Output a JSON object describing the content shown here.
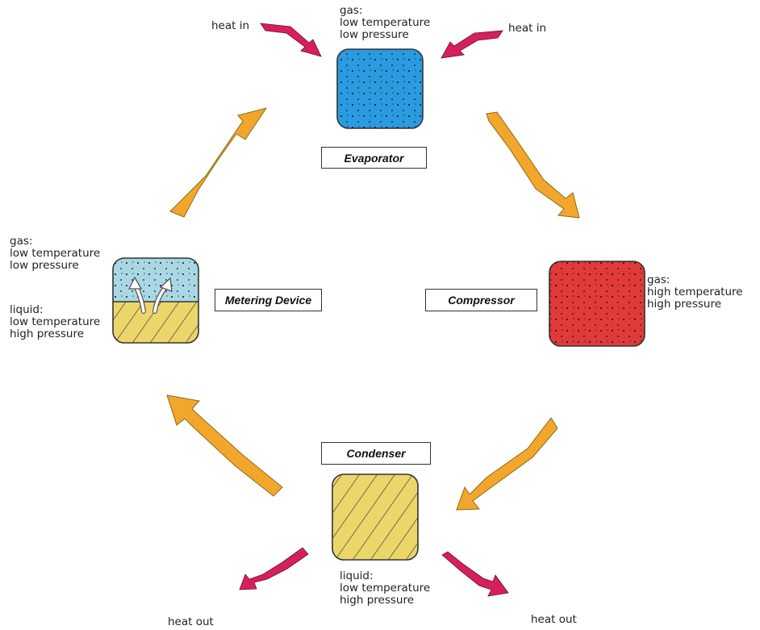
{
  "components": {
    "evaporator": {
      "label": "Evaporator",
      "state": [
        "gas:",
        "low temperature",
        "low pressure"
      ],
      "color": "#2a9be0"
    },
    "compressor": {
      "label": "Compressor",
      "state": [
        "gas:",
        "high temperature",
        "high pressure"
      ],
      "color": "#e03a3a"
    },
    "condenser": {
      "label": "Condenser",
      "state": [
        "liquid:",
        "low temperature",
        "high pressure"
      ],
      "color": "#ecd66a"
    },
    "metering": {
      "label": "Metering Device",
      "state_gas": [
        "gas:",
        "low temperature",
        "low pressure"
      ],
      "state_liquid": [
        "liquid:",
        "low temperature",
        "high pressure"
      ],
      "color_gas": "#a9d8e4",
      "color_liquid": "#ecd66a"
    }
  },
  "heat": {
    "in_left": "heat in",
    "in_right": "heat in",
    "out_left": "heat out",
    "out_right": "heat out"
  },
  "colors": {
    "cycle_arrow": "#f2a72c",
    "heat_arrow": "#d6205a"
  }
}
